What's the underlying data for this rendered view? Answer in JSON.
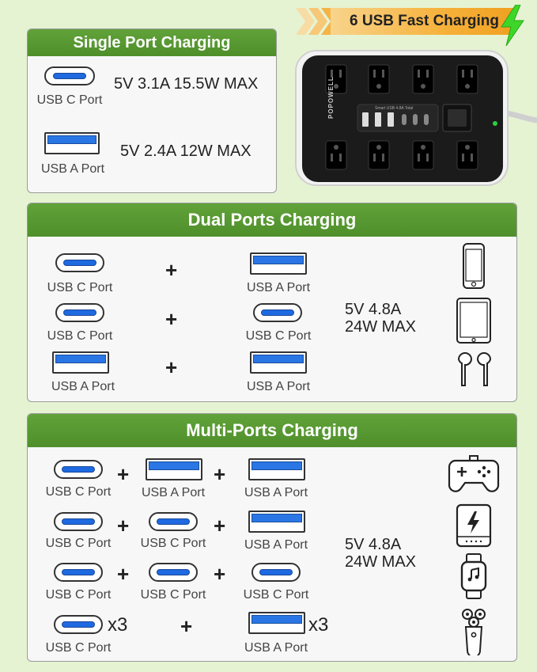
{
  "banner": {
    "title": "6 USB Fast Charging"
  },
  "single": {
    "title": "Single Port Charging",
    "usbc_label": "USB C Port",
    "usbc_spec": "5V 3.1A 15.5W MAX",
    "usba_label": "USB A Port",
    "usba_spec": "5V 2.4A 12W MAX"
  },
  "product": {
    "brand": "POPOWELL",
    "panel_text": "Smart USB 4.8A Total"
  },
  "dual": {
    "title": "Dual Ports Charging",
    "rows": [
      {
        "left": "USB C Port",
        "right": "USB A Port"
      },
      {
        "left": "USB C Port",
        "right": "USB C Port"
      },
      {
        "left": "USB A Port",
        "right": "USB A Port"
      }
    ],
    "plus": "+",
    "spec_line1": "5V 4.8A",
    "spec_line2": "24W MAX"
  },
  "multi": {
    "title": "Multi-Ports Charging",
    "rows": [
      [
        "USB C Port",
        "USB A Port",
        "USB A Port"
      ],
      [
        "USB C Port",
        "USB C Port",
        "USB A Port"
      ],
      [
        "USB C Port",
        "USB C Port",
        "USB C Port"
      ]
    ],
    "last_row": {
      "left": "USB C Port",
      "right": "USB A Port",
      "multiplier": "x3"
    },
    "plus": "+",
    "spec_line1": "5V 4.8A",
    "spec_line2": "24W MAX"
  },
  "icons": [
    "phone-icon",
    "tablet-icon",
    "earbuds-icon",
    "gamepad-icon",
    "power-bank-icon",
    "smartwatch-icon",
    "shaver-icon"
  ],
  "colors": {
    "header_green": "#5a9a33",
    "usb_blue": "#1f6ae0",
    "banner_orange": "#f6b23c",
    "bolt_green": "#3fd62a"
  }
}
